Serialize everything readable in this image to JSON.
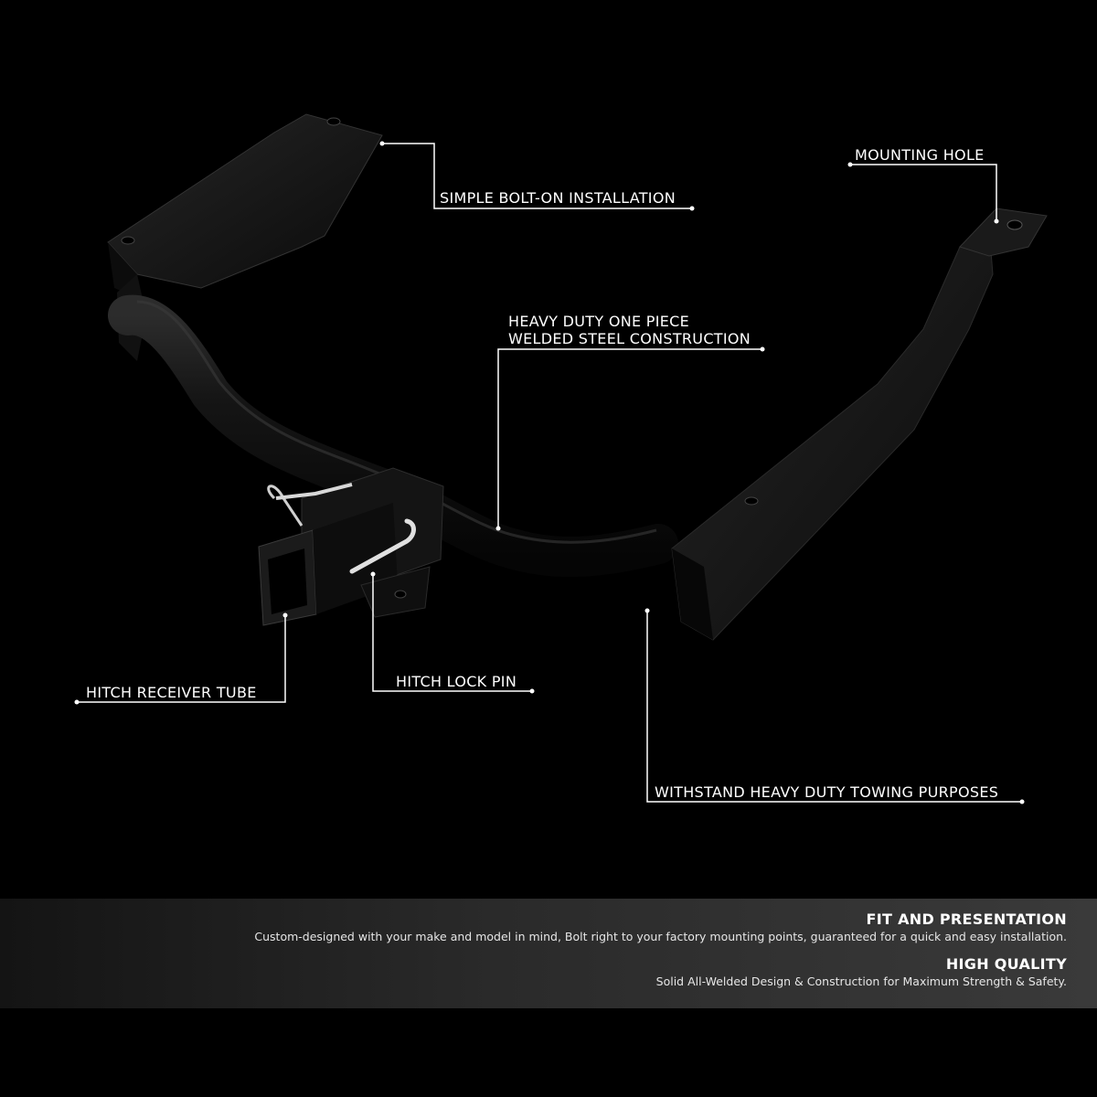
{
  "callouts": {
    "bolt_on": "SIMPLE BOLT-ON INSTALLATION",
    "mounting_hole": "MOUNTING HOLE",
    "one_piece_line1": "HEAVY DUTY ONE PIECE",
    "one_piece_line2": "WELDED STEEL CONSTRUCTION",
    "receiver_tube": "HITCH RECEIVER TUBE",
    "lock_pin": "HITCH LOCK PIN",
    "towing": "WITHSTAND HEAVY DUTY TOWING PURPOSES"
  },
  "features": [
    {
      "title": "FIT AND PRESENTATION",
      "description": "Custom-designed with your make and model in mind, Bolt right to your factory mounting points, guaranteed for a quick and easy installation."
    },
    {
      "title": "HIGH QUALITY",
      "description": "Solid All-Welded Design & Construction for Maximum Strength & Safety."
    }
  ],
  "colors": {
    "background": "#000000",
    "callout": "#ffffff",
    "hitch": "#0d0d0d"
  }
}
